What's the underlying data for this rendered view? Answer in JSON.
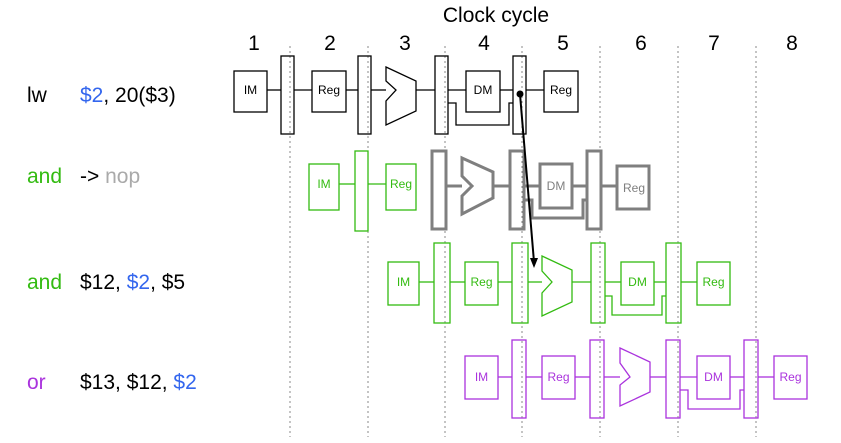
{
  "title": "Clock cycle",
  "cycles": [
    "1",
    "2",
    "3",
    "4",
    "5",
    "6",
    "7",
    "8"
  ],
  "colors": {
    "black": "#000000",
    "green": "#33bb11",
    "gray": "#7f7f7f",
    "purple": "#aa33dd",
    "blue": "#3366ee",
    "nop": "#aaaaaa"
  },
  "unit_labels": {
    "im": "IM",
    "reg": "Reg",
    "dm": "DM"
  },
  "instructions": [
    {
      "op": "lw",
      "op_color": "black",
      "parts": [
        {
          "t": "$2",
          "c": "blue"
        },
        {
          "t": ", 20($3)",
          "c": "black"
        }
      ]
    },
    {
      "op": "and",
      "op_color": "green",
      "parts": [
        {
          "t": "-> ",
          "c": "black"
        },
        {
          "t": "nop",
          "c": "nop"
        }
      ]
    },
    {
      "op": "and",
      "op_color": "green",
      "parts": [
        {
          "t": "$12, ",
          "c": "black"
        },
        {
          "t": "$2",
          "c": "blue"
        },
        {
          "t": ", $5",
          "c": "black"
        }
      ]
    },
    {
      "op": "or",
      "op_color": "purple",
      "parts": [
        {
          "t": "$13, $12, ",
          "c": "black"
        },
        {
          "t": "$2",
          "c": "blue"
        }
      ]
    }
  ]
}
